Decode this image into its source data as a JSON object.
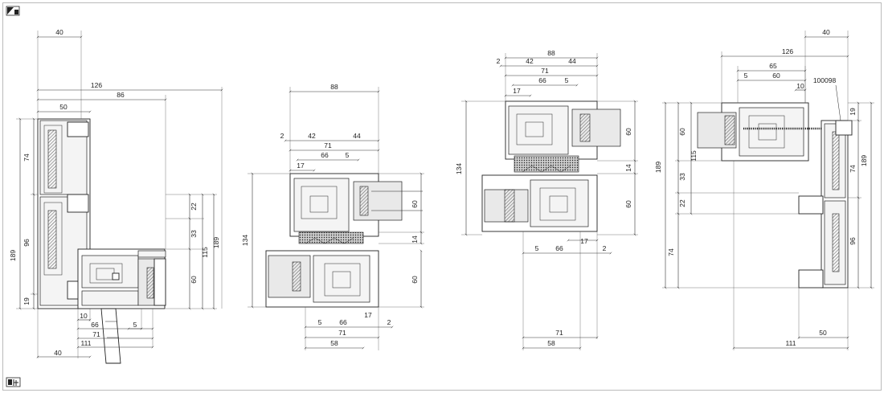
{
  "icons": {
    "top_left": "window-section-icon",
    "bottom_left": "door-section-icon"
  },
  "views": [
    {
      "labels": {
        "w40_top": "40",
        "w126": "126",
        "w86": "86",
        "w50": "50",
        "h74": "74",
        "h96": "96",
        "h189_left": "189",
        "h19": "19",
        "h22": "22",
        "h33": "33",
        "h115": "115",
        "h189_right": "189",
        "h60": "60",
        "w10": "10",
        "w66": "66",
        "w5": "5",
        "w71": "71",
        "w111": "111",
        "w40_bottom": "40"
      }
    },
    {
      "labels": {
        "w88": "88",
        "w2": "2",
        "w42": "42",
        "w44": "44",
        "w71": "71",
        "w66": "66",
        "w5": "5",
        "w17": "17",
        "h134": "134",
        "h60_top": "60",
        "h14": "14",
        "h60_bottom": "60",
        "b5": "5",
        "b66": "66",
        "b17": "17",
        "b2": "2",
        "b71": "71",
        "b58": "58"
      }
    },
    {
      "labels": {
        "w88": "88",
        "w2": "2",
        "w42": "42",
        "w44": "44",
        "w71": "71",
        "w66": "66",
        "w5": "5",
        "w17": "17",
        "h134": "134",
        "h60_top": "60",
        "h14": "14",
        "h60_bottom": "60",
        "b17": "17",
        "b5": "5",
        "b66": "66",
        "b2": "2",
        "b71": "71",
        "b58": "58"
      }
    },
    {
      "labels": {
        "w40": "40",
        "w126": "126",
        "w65": "65",
        "w5": "5",
        "w60": "60",
        "w10": "10",
        "code": "100098",
        "h60": "60",
        "h115": "115",
        "h33": "33",
        "h22": "22",
        "h74_left": "74",
        "h189_left": "189",
        "h19": "19",
        "h74_right": "74",
        "h189_right": "189",
        "h96": "96",
        "w111": "111",
        "w50": "50"
      }
    }
  ]
}
